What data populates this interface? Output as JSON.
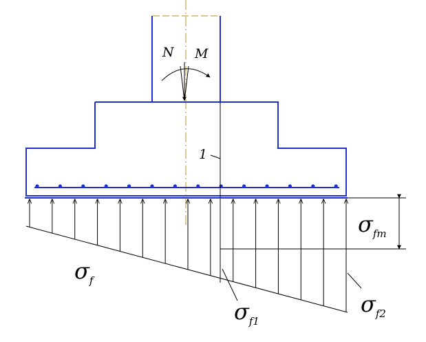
{
  "labels": {
    "axial_force": "N",
    "moment": "M",
    "section": "1",
    "sigma": "σ",
    "sub_f": "f",
    "sub_fm": "fm",
    "sub_f1": "f1",
    "sub_f2": "f2"
  },
  "colors": {
    "footing": "#1f2fd0",
    "centerline": "#c9a24a",
    "lines": "#000000"
  },
  "pressure": {
    "arrow_count": 15,
    "distribution": "trapezoidal"
  }
}
